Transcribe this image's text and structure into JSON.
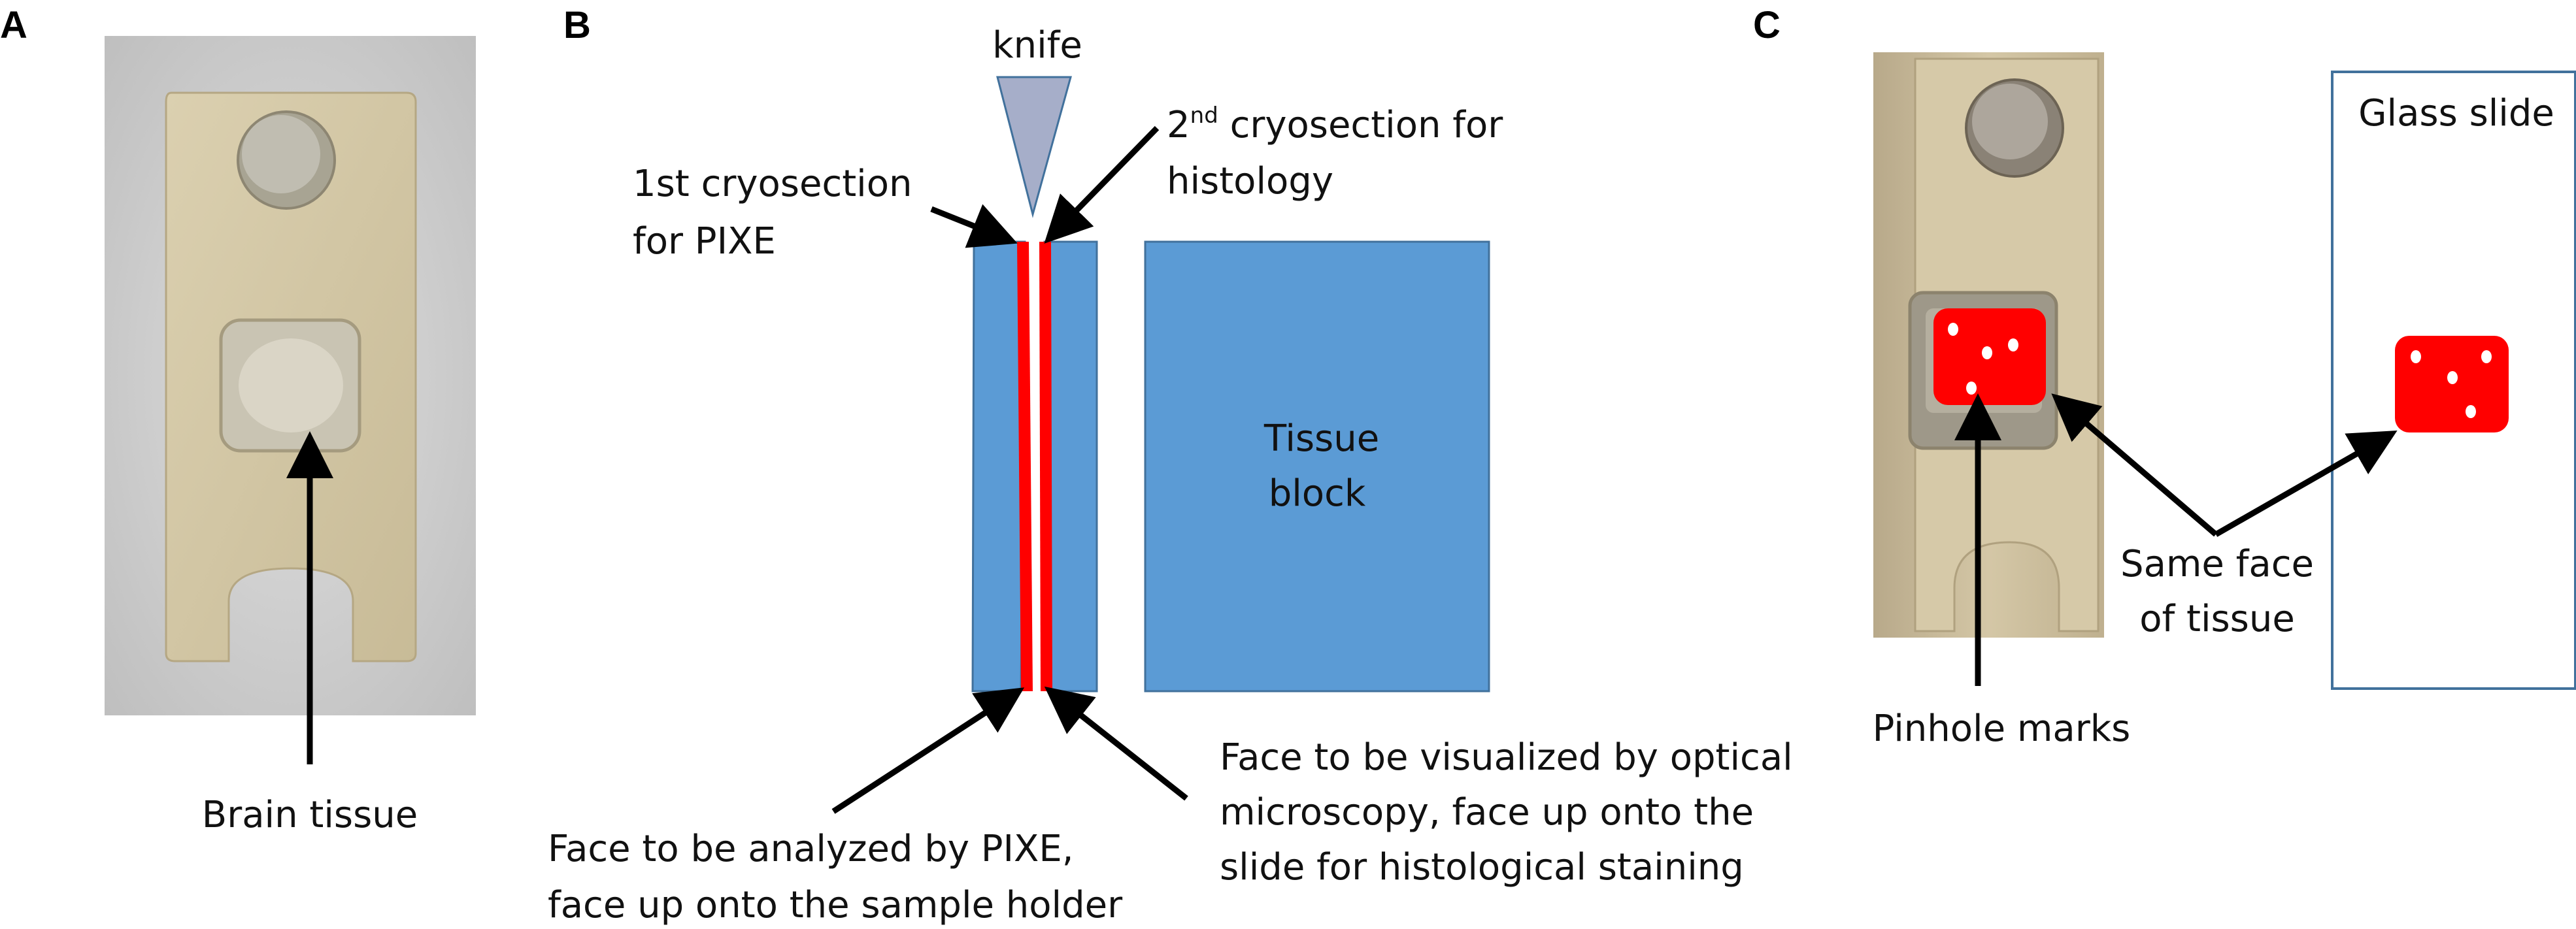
{
  "panels": {
    "a": {
      "letter": "A",
      "photo_label": "Brain tissue"
    },
    "b": {
      "letter": "B",
      "knife_label": "knife",
      "section1_label": [
        "1st cryosection",
        "for PIXE"
      ],
      "section2_sup": "nd",
      "section2_num": "2",
      "section2_rest": " cryosection for",
      "section2_line2": "histology",
      "block_label": [
        "Tissue",
        "block"
      ],
      "pixe_face_label": [
        "Face to be analyzed by PIXE,",
        "face up onto the sample holder"
      ],
      "optical_face_label": [
        "Face to be visualized by optical",
        "microscopy, face up onto the",
        "slide for histological staining"
      ]
    },
    "c": {
      "letter": "C",
      "glass_slide_label": "Glass slide",
      "same_face_label": [
        "Same face",
        "of tissue"
      ],
      "pinhole_label": "Pinhole marks"
    }
  },
  "colors": {
    "block_blue": "#5b9bd5",
    "block_stroke": "#41719c",
    "section_red": "#ff0000",
    "knife_fill": "#a6aec9",
    "holder_beige": "#d2c6a4",
    "photo_bg": "#cfcfcf"
  }
}
